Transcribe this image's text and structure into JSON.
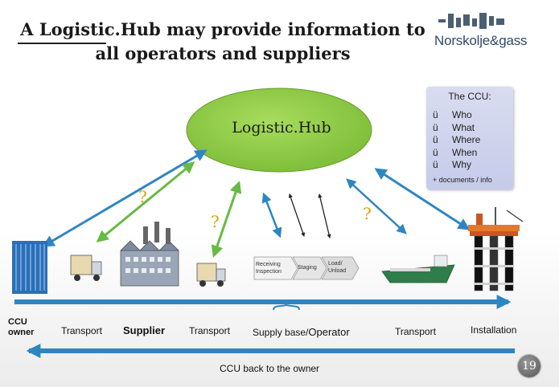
{
  "slide": {
    "title": "A Logistic.Hub may provide information to all operators and suppliers",
    "logo_text": "Norskolje&gass",
    "hub_label": "Logistic.Hub",
    "question_mark": "?",
    "ccu_box": {
      "title": "The CCU:",
      "items": [
        "Who",
        "What",
        "Where",
        "When",
        "Why"
      ],
      "check_glyph": "ü",
      "footer": "+ documents / info"
    },
    "stages": [
      "Receiving Inspection",
      "Staging",
      "Load/ Unload"
    ],
    "bottom_labels": {
      "ccu_owner": "CCU owner",
      "transport1": "Transport",
      "supplier": "Supplier",
      "transport2": "Transport",
      "supply_base_prefix": "Supply base/",
      "supply_base_operator": "Operator",
      "transport3": "Transport",
      "installation": "Installation"
    },
    "return_label": "CCU back  to the owner",
    "page_number": "19",
    "colors": {
      "hub_fill": "#92d050",
      "arrow_blue": "#2e86c1",
      "arrow_green": "#66bb44",
      "question": "#d9a400",
      "ccu_box": "#c9cfea"
    }
  }
}
